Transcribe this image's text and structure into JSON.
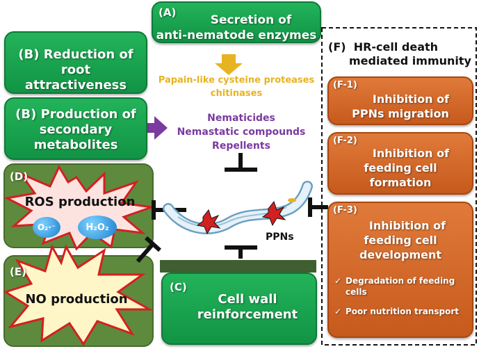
{
  "A": {
    "tag": "(A)",
    "line1": "Secretion of",
    "line2": "anti-nematode enzymes"
  },
  "A_products": {
    "line1": "Papain-like cysteine proteases",
    "line2": "chitinases",
    "color": "#e8b320"
  },
  "B1": {
    "tag": "(B)",
    "line1": "Reduction of",
    "line2": "root attractiveness"
  },
  "B2": {
    "tag": "(B)",
    "line1": "Production of",
    "line2": "secondary",
    "line3": "metabolites"
  },
  "B_products": {
    "line1": "Nematicides",
    "line2": "Nemastatic compounds",
    "line3": "Repellents",
    "color": "#7a3aa0"
  },
  "D": {
    "tag": "(D)",
    "label": "ROS production",
    "bubble1": "O₂·⁻",
    "bubble2": "H₂O₂"
  },
  "E": {
    "tag": "(E)",
    "label": "NO production"
  },
  "C": {
    "tag": "(C)",
    "line1": "Cell wall",
    "line2": "reinforcement"
  },
  "nematode_label": "PPNs",
  "F": {
    "tag": "(F)",
    "line1": "HR-cell death",
    "line2": "mediated immunity",
    "F1": {
      "tag": "(F-1)",
      "line1": "Inhibition of",
      "line2": "PPNs migration"
    },
    "F2": {
      "tag": "(F-2)",
      "line1": "Inhibition of",
      "line2": "feeding cell",
      "line3": "formation"
    },
    "F3": {
      "tag": "(F-3)",
      "line1": "Inhibition of",
      "line2": "feeding cell",
      "line3": "development",
      "bullets": [
        "Degradation of feeding cells",
        "Poor nutrition transport"
      ]
    }
  },
  "colors": {
    "green": "#18a34f",
    "olive": "#5e8a3e",
    "orange": "#d2682a",
    "wall": "#3f5f30"
  }
}
